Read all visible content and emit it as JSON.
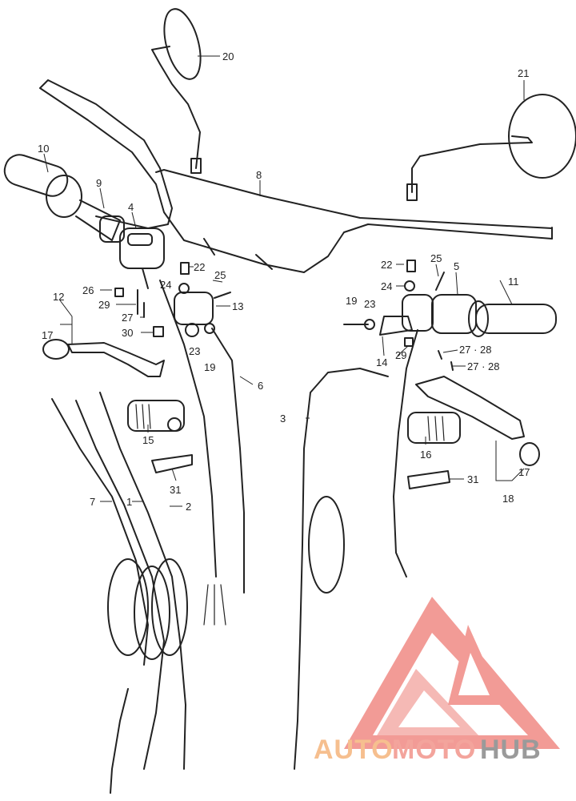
{
  "diagram": {
    "labels": [
      {
        "id": "20",
        "text": "20"
      },
      {
        "id": "21",
        "text": "21"
      },
      {
        "id": "10",
        "text": "10"
      },
      {
        "id": "9",
        "text": "9"
      },
      {
        "id": "8",
        "text": "8"
      },
      {
        "id": "4",
        "text": "4"
      },
      {
        "id": "22a",
        "text": "22"
      },
      {
        "id": "24a",
        "text": "24"
      },
      {
        "id": "25a",
        "text": "25"
      },
      {
        "id": "13",
        "text": "13"
      },
      {
        "id": "26",
        "text": "26"
      },
      {
        "id": "29a",
        "text": "29"
      },
      {
        "id": "27a",
        "text": "27"
      },
      {
        "id": "30",
        "text": "30"
      },
      {
        "id": "12",
        "text": "12"
      },
      {
        "id": "17a",
        "text": "17"
      },
      {
        "id": "23a",
        "text": "23"
      },
      {
        "id": "19a",
        "text": "19"
      },
      {
        "id": "6",
        "text": "6"
      },
      {
        "id": "15",
        "text": "15"
      },
      {
        "id": "31a",
        "text": "31"
      },
      {
        "id": "7",
        "text": "7"
      },
      {
        "id": "1",
        "text": "1"
      },
      {
        "id": "2",
        "text": "2"
      },
      {
        "id": "22b",
        "text": "22"
      },
      {
        "id": "25b",
        "text": "25"
      },
      {
        "id": "5",
        "text": "5"
      },
      {
        "id": "11",
        "text": "11"
      },
      {
        "id": "24b",
        "text": "24"
      },
      {
        "id": "19b",
        "text": "19"
      },
      {
        "id": "23b",
        "text": "23"
      },
      {
        "id": "14",
        "text": "14"
      },
      {
        "id": "29b",
        "text": "29"
      },
      {
        "id": "2728a",
        "text": "27 · 28"
      },
      {
        "id": "2728b",
        "text": "27 · 28"
      },
      {
        "id": "3",
        "text": "3"
      },
      {
        "id": "16",
        "text": "16"
      },
      {
        "id": "31b",
        "text": "31"
      },
      {
        "id": "17b",
        "text": "17"
      },
      {
        "id": "18",
        "text": "18"
      }
    ]
  },
  "watermark": {
    "part1": "AUTO",
    "part2": "MOTO",
    "part3": "HUB",
    "colors": {
      "part1": "#f6bf8f",
      "part2": "#f3a49c",
      "part3": "#9a9a9a",
      "logo": "#f08a84"
    }
  }
}
